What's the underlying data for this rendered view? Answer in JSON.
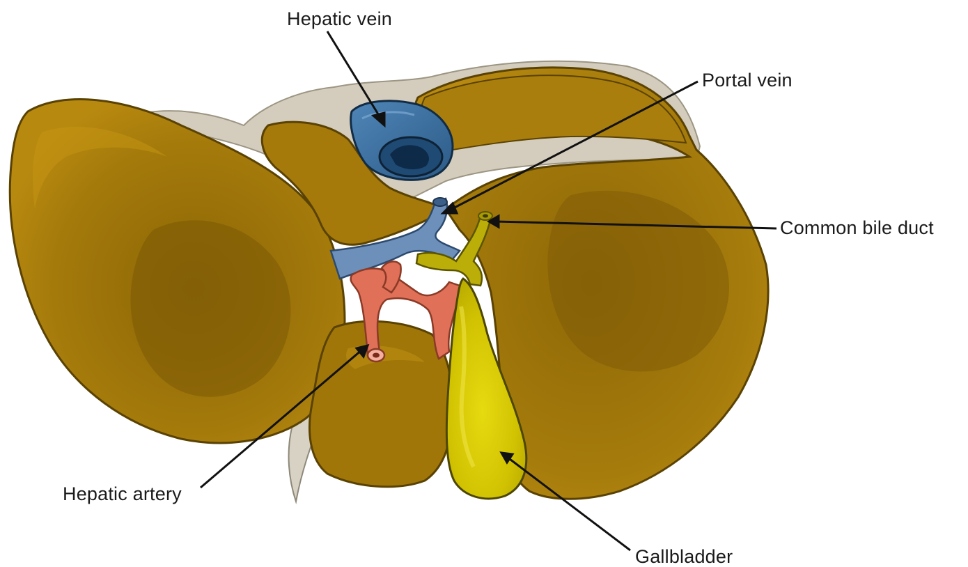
{
  "labels": {
    "hepatic_vein": "Hepatic vein",
    "portal_vein": "Portal vein",
    "common_bile_duct": "Common bile duct",
    "hepatic_artery": "Hepatic artery",
    "gallbladder": "Gallbladder"
  },
  "colors": {
    "liver": "#a67c0c",
    "liver_dark": "#7d5a04",
    "liver_light": "#c9960f",
    "capsule": "#cfc8b8",
    "hepatic_vein": "#3a6e9e",
    "portal_vein": "#6f8fb8",
    "hepatic_artery": "#e0735a",
    "bile_duct": "#b9ac06",
    "gallbladder": "#d6c800",
    "leader_line": "#111111"
  }
}
